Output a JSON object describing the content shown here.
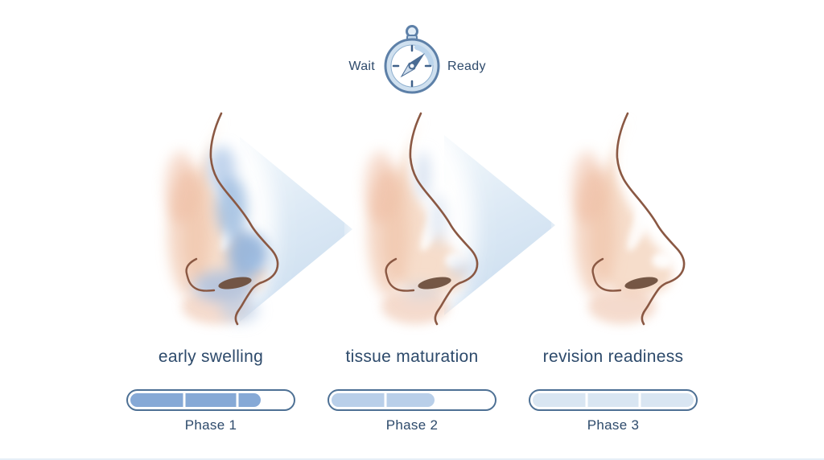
{
  "gauge": {
    "left_label": "Wait",
    "right_label": "Ready",
    "icon": "stopwatch-compass-icon"
  },
  "stages": [
    {
      "caption": "early swelling",
      "phase_label": "Phase 1",
      "progress_percent": 81,
      "fill_color": "#86a9d6",
      "dividers_percent": [
        33.3,
        66.6
      ],
      "nose_state": "heavy-blue-swelling"
    },
    {
      "caption": "tissue maturation",
      "phase_label": "Phase 2",
      "progress_percent": 64,
      "fill_color": "#b9cfe9",
      "dividers_percent": [
        33.3
      ],
      "nose_state": "light-residual-swelling"
    },
    {
      "caption": "revision readiness",
      "phase_label": "Phase 3",
      "progress_percent": 100,
      "fill_color": "#d9e6f2",
      "dividers_percent": [
        33.3,
        66.6
      ],
      "nose_state": "healed"
    }
  ],
  "colors": {
    "text_navy": "#2d4a6b",
    "bar_border": "#4d7094",
    "bar_divider": "#ffffff",
    "arrow_light": "#f0f6fb",
    "arrow_deep": "#c8dbee",
    "outline_brown": "#8a5843",
    "skin": "#f6ddcb",
    "swelling_blue": "#9fbde1"
  }
}
